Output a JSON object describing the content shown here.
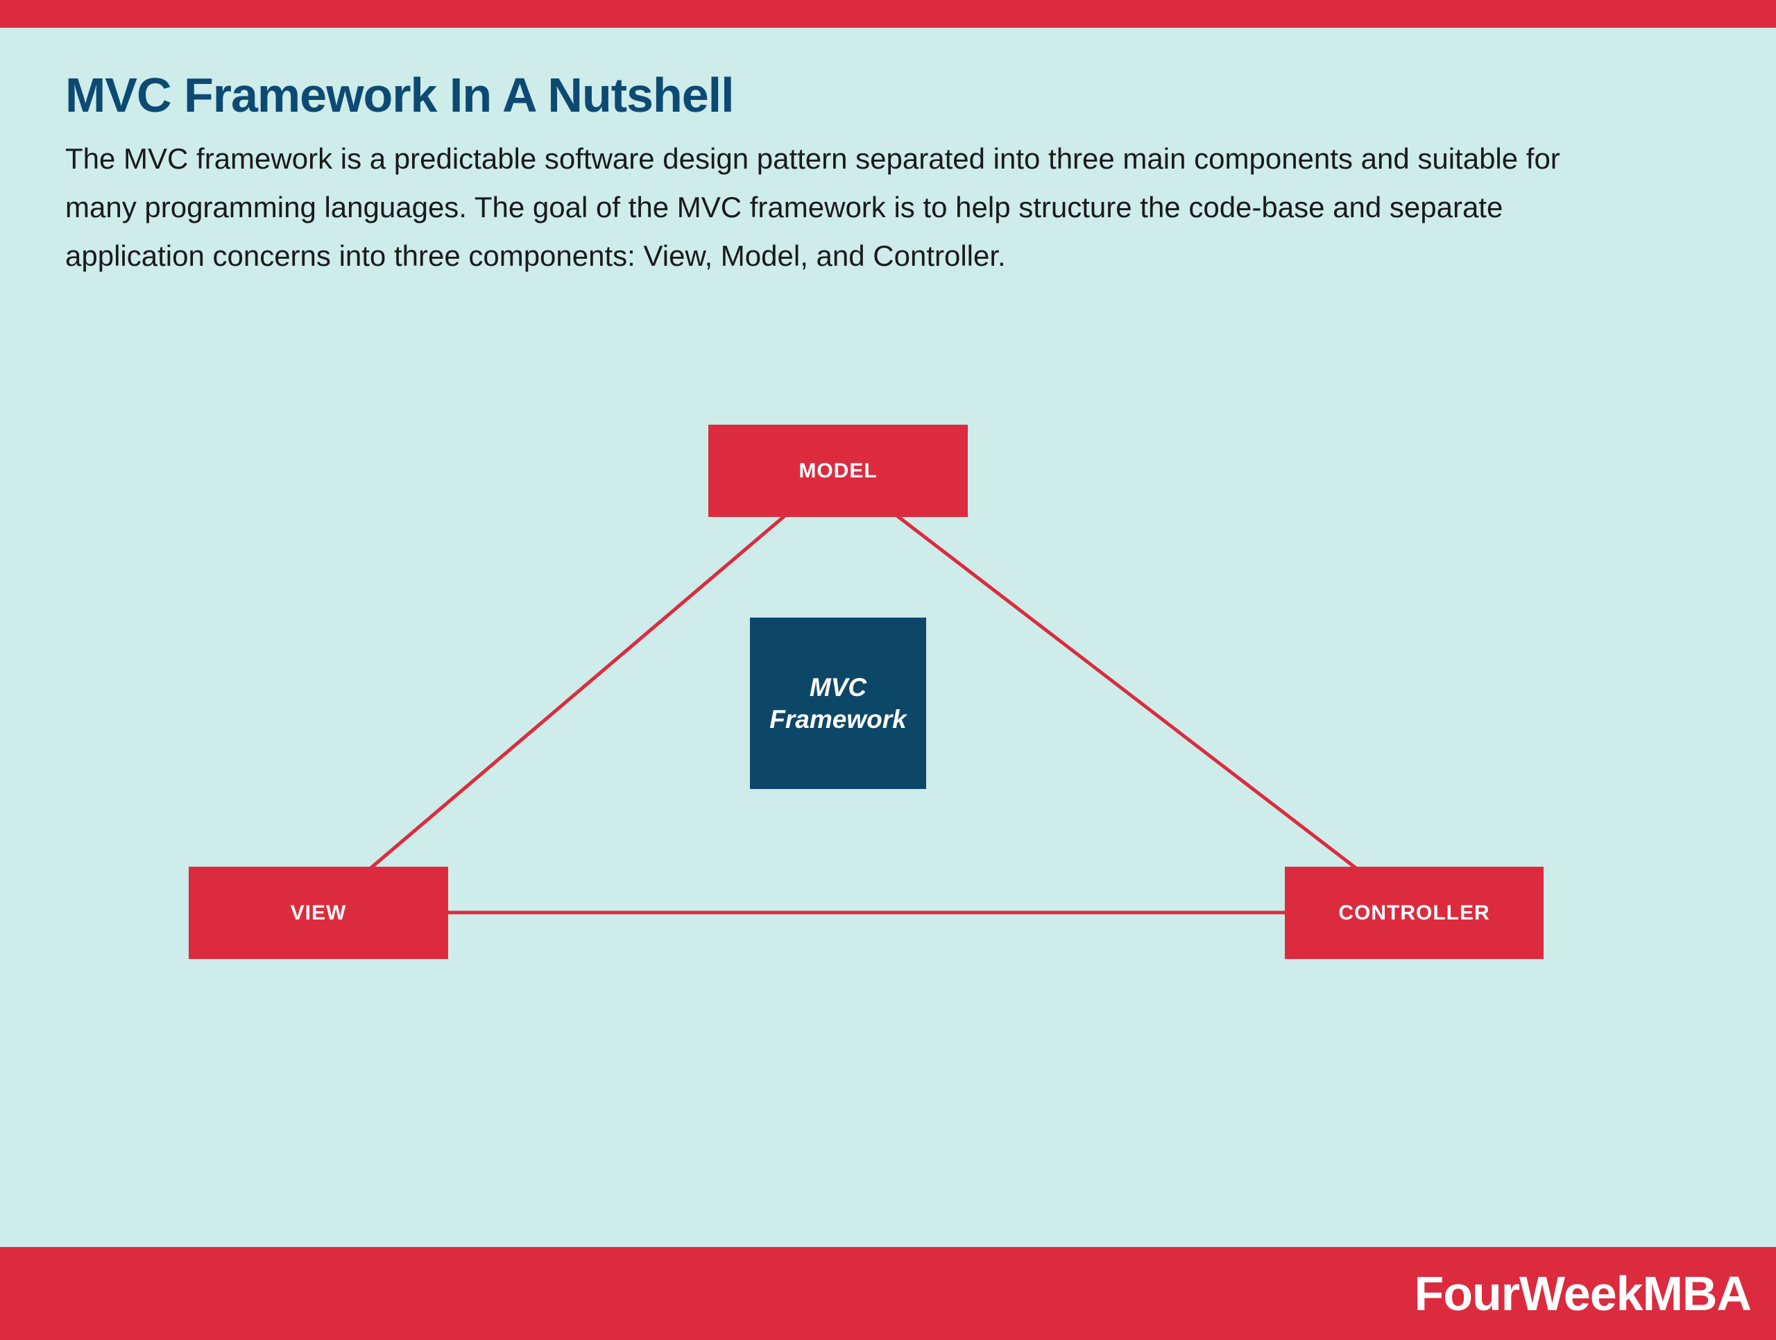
{
  "page": {
    "background_color": "#cdecea",
    "accent_red": "#dc2b3e",
    "navy": "#0d4a73",
    "center_box_navy": "#0d4768",
    "text_color": "#1a1a1a"
  },
  "header": {
    "title": "MVC Framework In A Nutshell",
    "description": "The MVC framework is a predictable software design pattern separated into three main components and suitable for many programming languages. The goal of the MVC framework is to help structure the code-base and separate application concerns into three components: View, Model, and Controller."
  },
  "diagram": {
    "nodes": [
      {
        "id": "model",
        "label": "MODEL"
      },
      {
        "id": "view",
        "label": "VIEW"
      },
      {
        "id": "controller",
        "label": "CONTROLLER"
      }
    ],
    "center": {
      "label_line1": "MVC",
      "label_line2": "Framework"
    },
    "edges": [
      {
        "from": "model",
        "to": "view"
      },
      {
        "from": "model",
        "to": "controller"
      },
      {
        "from": "view",
        "to": "controller"
      }
    ]
  },
  "footer": {
    "brand": "FourWeekMBA"
  }
}
